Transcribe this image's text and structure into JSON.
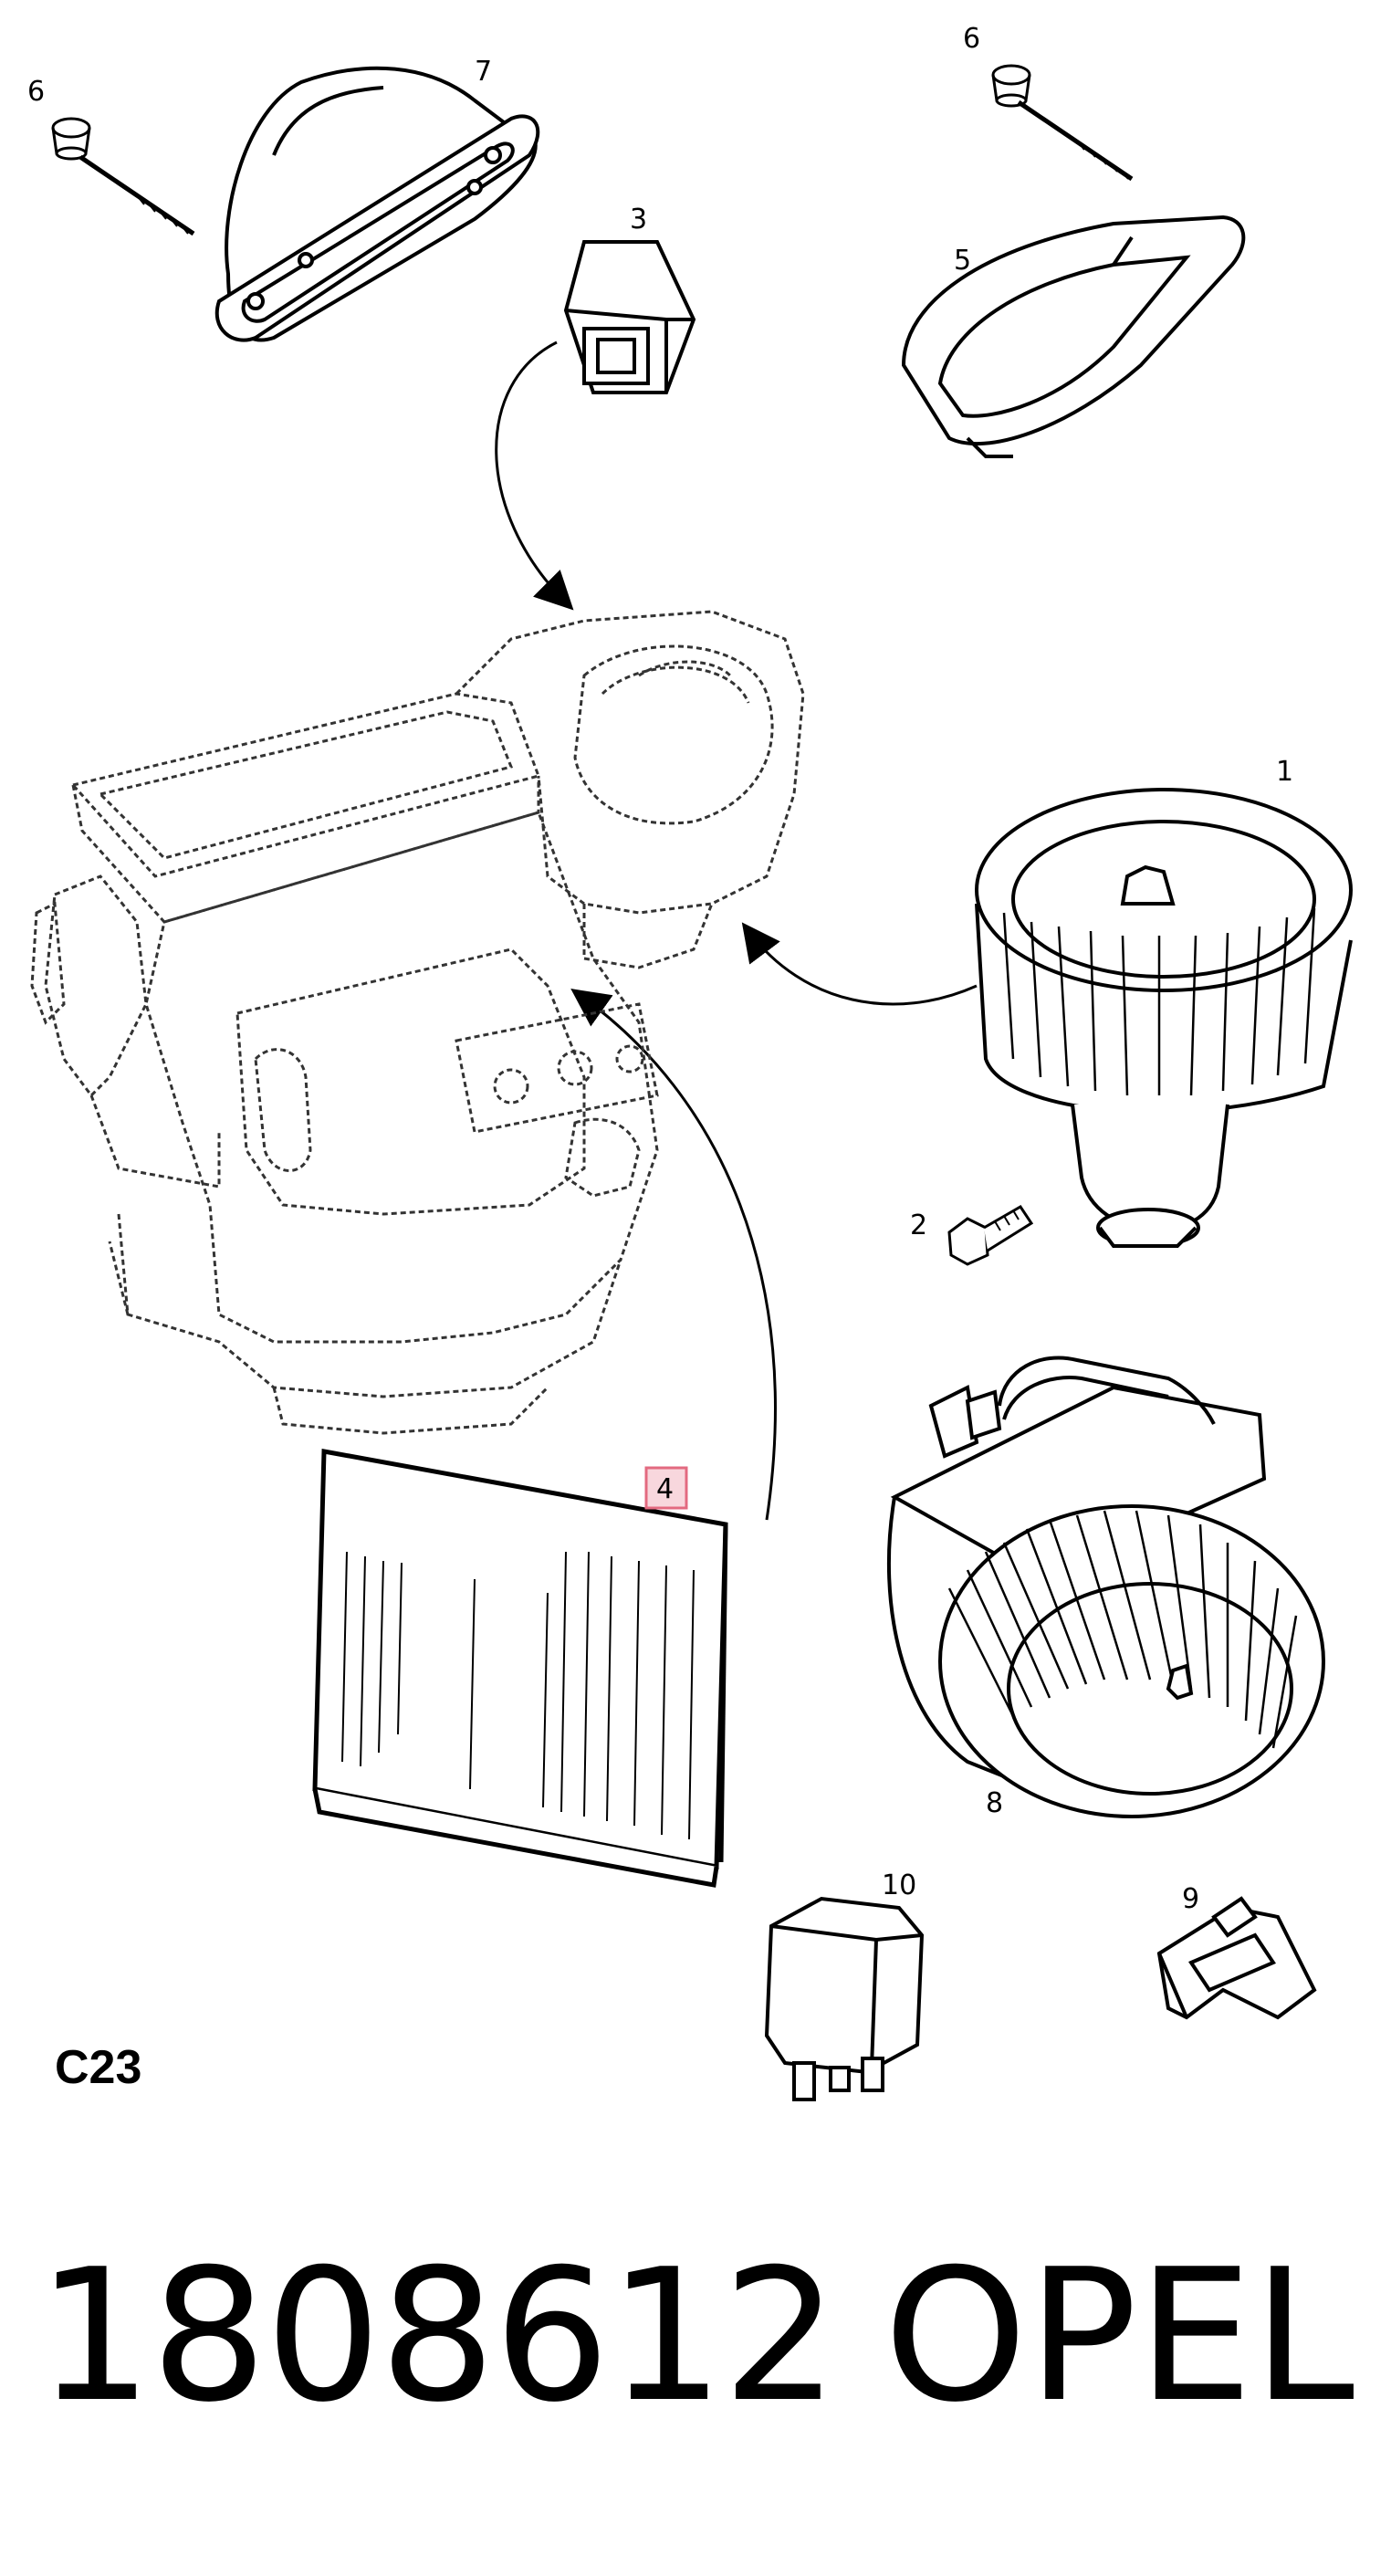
{
  "callouts": {
    "c1": "1",
    "c2": "2",
    "c3": "3",
    "c4": "4",
    "c5": "5",
    "c6a": "6",
    "c6b": "6",
    "c7": "7",
    "c8": "8",
    "c9": "9",
    "c10": "10"
  },
  "diagram_code": "C23",
  "part_number": "1808612",
  "brand": "OPEL",
  "highlight_color": "#e36a80"
}
